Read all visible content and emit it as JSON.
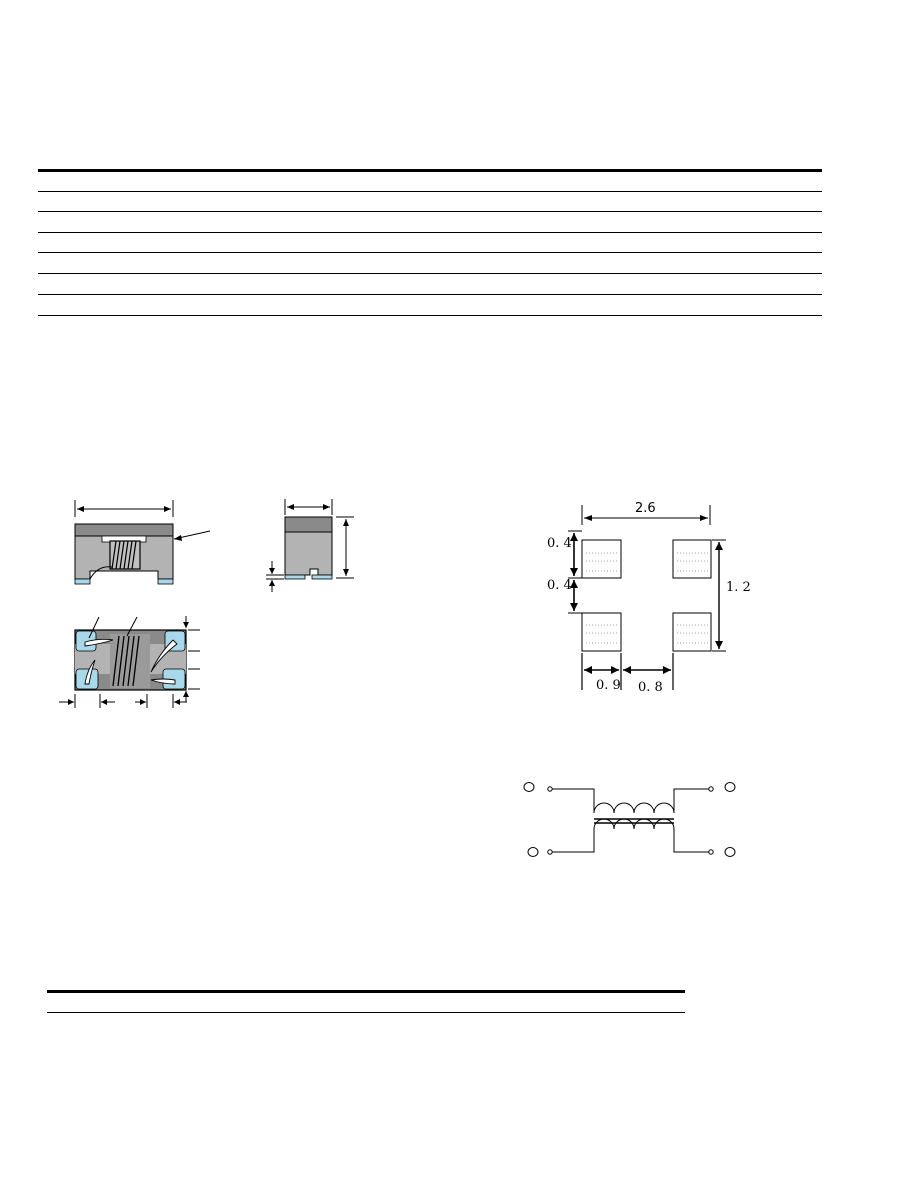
{
  "colors": {
    "body_gray": "#b3b3b3",
    "body_dark": "#8a8a8a",
    "terminal_blue": "#a8d8ea",
    "outline": "#000000"
  },
  "land_pattern": {
    "width_label": "2.6",
    "pad_height_label": "0. 4",
    "gap_label": "0. 4",
    "total_height_label": "1. 2",
    "pad_width_label": "0. 9",
    "pad_gap_label": "0. 8"
  },
  "icons": {
    "component_front": "inductor-front-view-icon",
    "component_side": "inductor-side-view-icon",
    "component_bottom": "inductor-bottom-view-icon",
    "schematic": "common-mode-choke-symbol-icon"
  }
}
